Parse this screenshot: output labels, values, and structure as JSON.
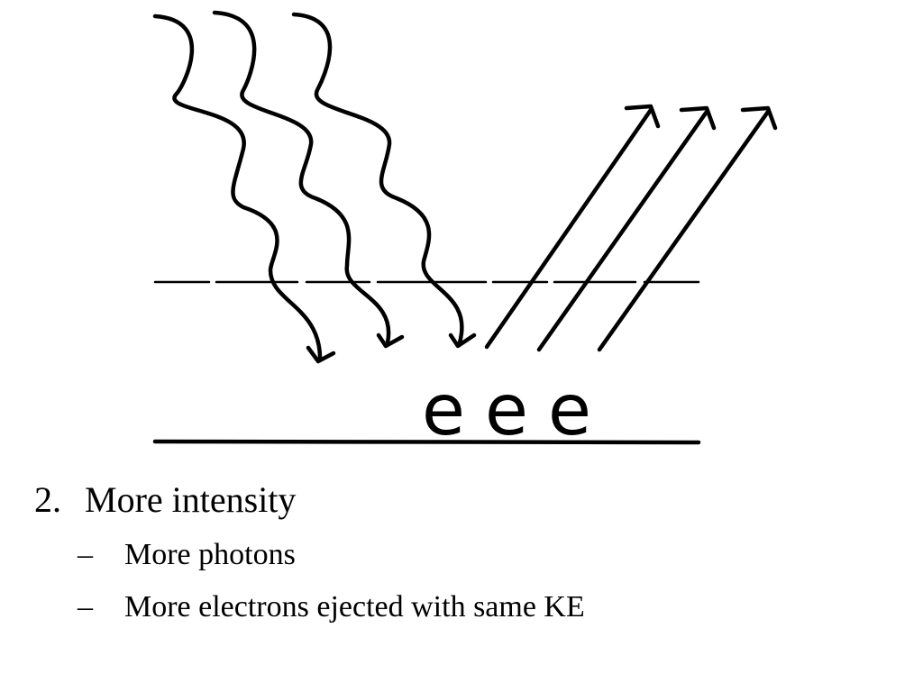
{
  "diagram": {
    "electron_labels": [
      "e",
      "e",
      "e"
    ],
    "incoming_photon_count": 3,
    "ejected_electron_count": 3,
    "stroke_color": "#000000"
  },
  "text": {
    "main_number": "2.",
    "main_label": "More intensity",
    "bullets": [
      {
        "marker": "–",
        "label": "More photons"
      },
      {
        "marker": "–",
        "label": "More electrons ejected with same KE"
      }
    ]
  }
}
